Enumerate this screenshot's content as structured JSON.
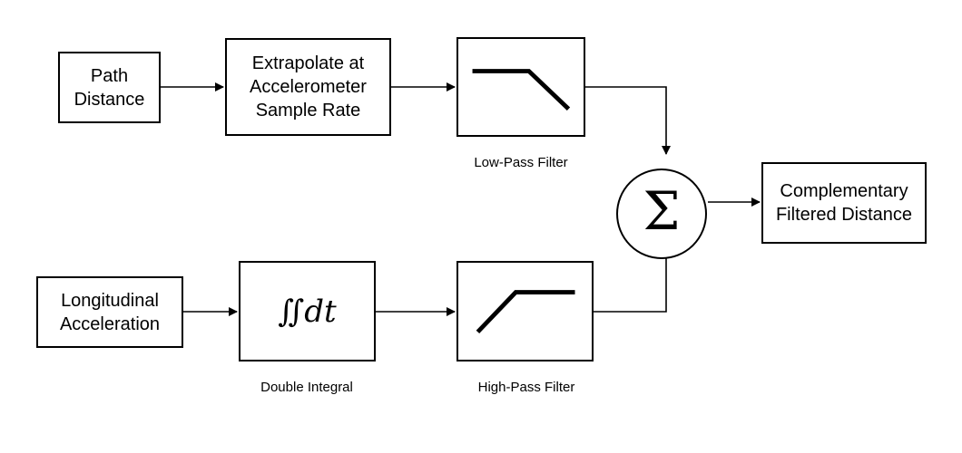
{
  "blocks": {
    "path_distance": "Path\nDistance",
    "extrapolate": "Extrapolate at\nAccelerometer\nSample Rate",
    "longitudinal_acceleration": "Longitudinal\nAcceleration",
    "double_integral_symbol": "∬dt",
    "output": "Complementary\nFiltered Distance",
    "sum_symbol": "Σ"
  },
  "captions": {
    "low_pass": "Low-Pass Filter",
    "double_integral": "Double Integral",
    "high_pass": "High-Pass Filter"
  }
}
